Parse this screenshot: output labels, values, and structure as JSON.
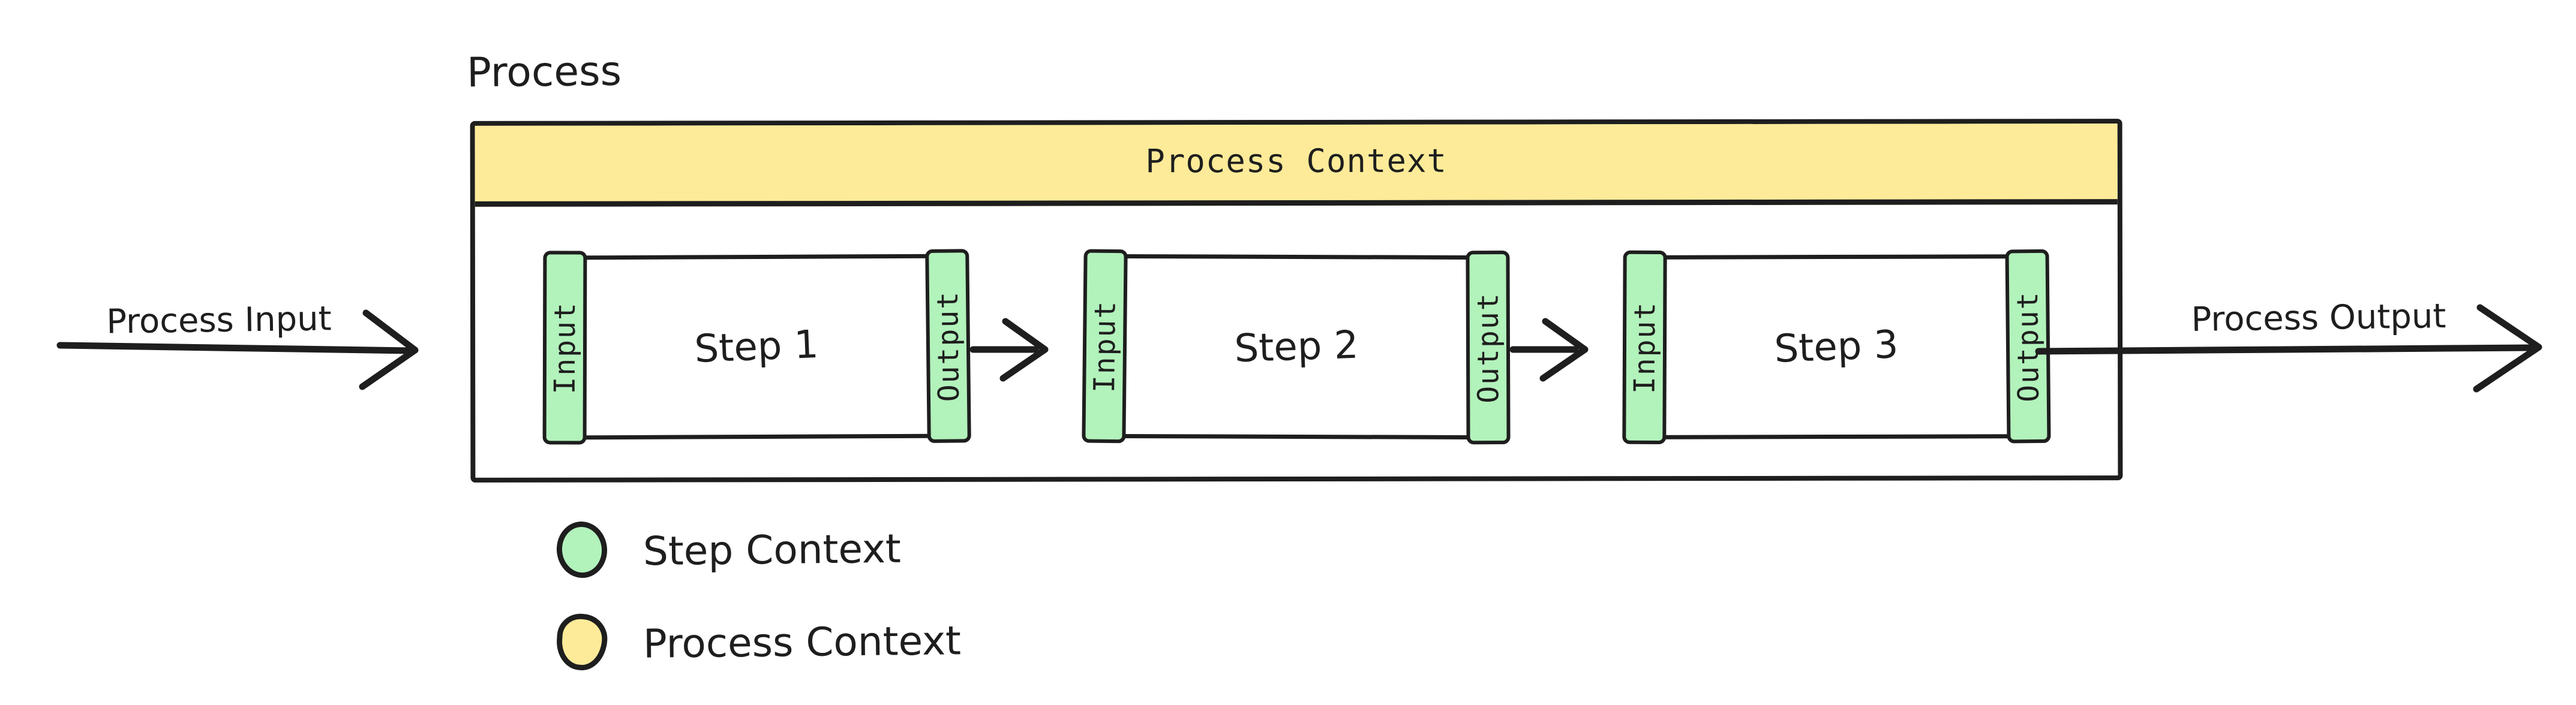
{
  "diagram": {
    "title": "Process",
    "process_context": {
      "header_label": "Process Context"
    },
    "steps": [
      {
        "label": "Step 1",
        "input_label": "Input",
        "output_label": "Output"
      },
      {
        "label": "Step 2",
        "input_label": "Input",
        "output_label": "Output"
      },
      {
        "label": "Step 3",
        "input_label": "Input",
        "output_label": "Output"
      }
    ],
    "flow": {
      "input_label": "Process Input",
      "output_label": "Process Output"
    },
    "legend": [
      {
        "swatch": "step-context",
        "label": "Step Context"
      },
      {
        "swatch": "process-context",
        "label": "Process Context"
      }
    ],
    "colors": {
      "step_context_green": "#b2f2bb",
      "process_context_yellow": "#fdeb99",
      "ink": "#1e1e1e",
      "background": "#ffffff"
    }
  }
}
